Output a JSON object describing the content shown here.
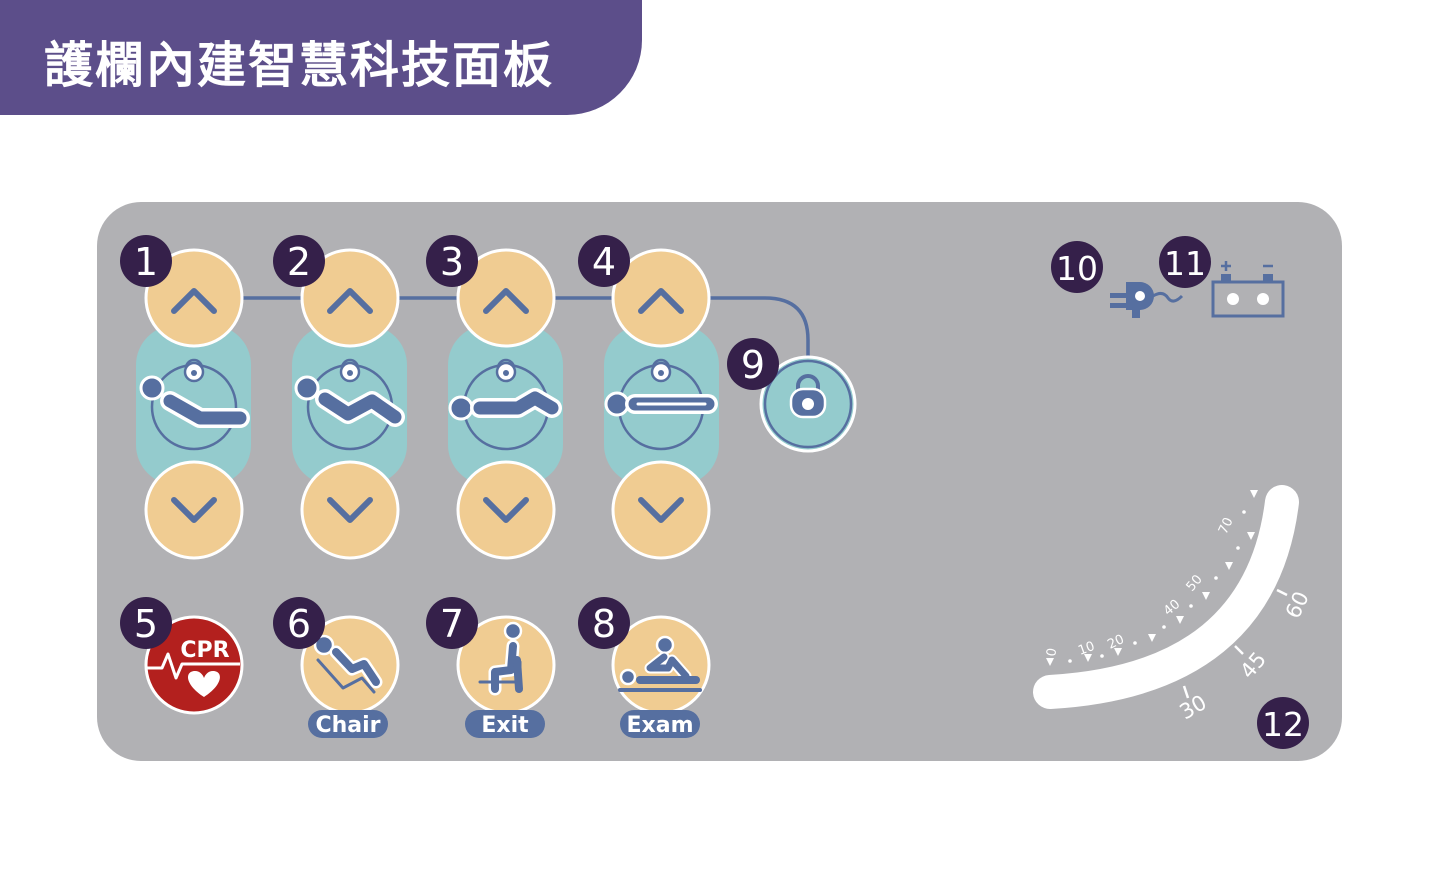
{
  "header": {
    "title": "護欄內建智慧科技面板"
  },
  "colors": {
    "header_bg": "#5c4e8a",
    "panel_bg": "#b1b1b4",
    "button_fill": "#f0cc92",
    "column_fill": "#94cbcd",
    "icon_blue": "#566fa0",
    "badge_fill": "#35204a",
    "cpr_red": "#b3201e",
    "label_pill": "#566fa0"
  },
  "badges": [
    "1",
    "2",
    "3",
    "4",
    "5",
    "6",
    "7",
    "8",
    "9",
    "10",
    "11",
    "12"
  ],
  "position_columns": [
    {
      "number": "1",
      "up_icon": "chevron-up-icon",
      "down_icon": "chevron-down-icon",
      "pose_icon": "lie-head-raised-icon"
    },
    {
      "number": "2",
      "up_icon": "chevron-up-icon",
      "down_icon": "chevron-down-icon",
      "pose_icon": "lie-head-knee-raised-icon"
    },
    {
      "number": "3",
      "up_icon": "chevron-up-icon",
      "down_icon": "chevron-down-icon",
      "pose_icon": "lie-knee-raised-icon"
    },
    {
      "number": "4",
      "up_icon": "chevron-up-icon",
      "down_icon": "chevron-down-icon",
      "pose_icon": "lie-flat-icon"
    }
  ],
  "lock_button": {
    "number": "9",
    "icon": "padlock-icon"
  },
  "mode_buttons": [
    {
      "number": "5",
      "label": "CPR",
      "icon": "cpr-heart-icon"
    },
    {
      "number": "6",
      "label": "Chair",
      "icon": "recline-chair-icon"
    },
    {
      "number": "7",
      "label": "Exit",
      "icon": "seated-exit-icon"
    },
    {
      "number": "8",
      "label": "Exam",
      "icon": "exam-patient-icon"
    }
  ],
  "indicators": [
    {
      "number": "10",
      "icon": "power-plug-icon"
    },
    {
      "number": "11",
      "icon": "battery-icon"
    }
  ],
  "angle_gauge": {
    "number": "12",
    "inner_labels": [
      "0",
      "10",
      "20",
      "40",
      "50",
      "70"
    ],
    "outer_labels": [
      "30",
      "45",
      "60"
    ]
  }
}
